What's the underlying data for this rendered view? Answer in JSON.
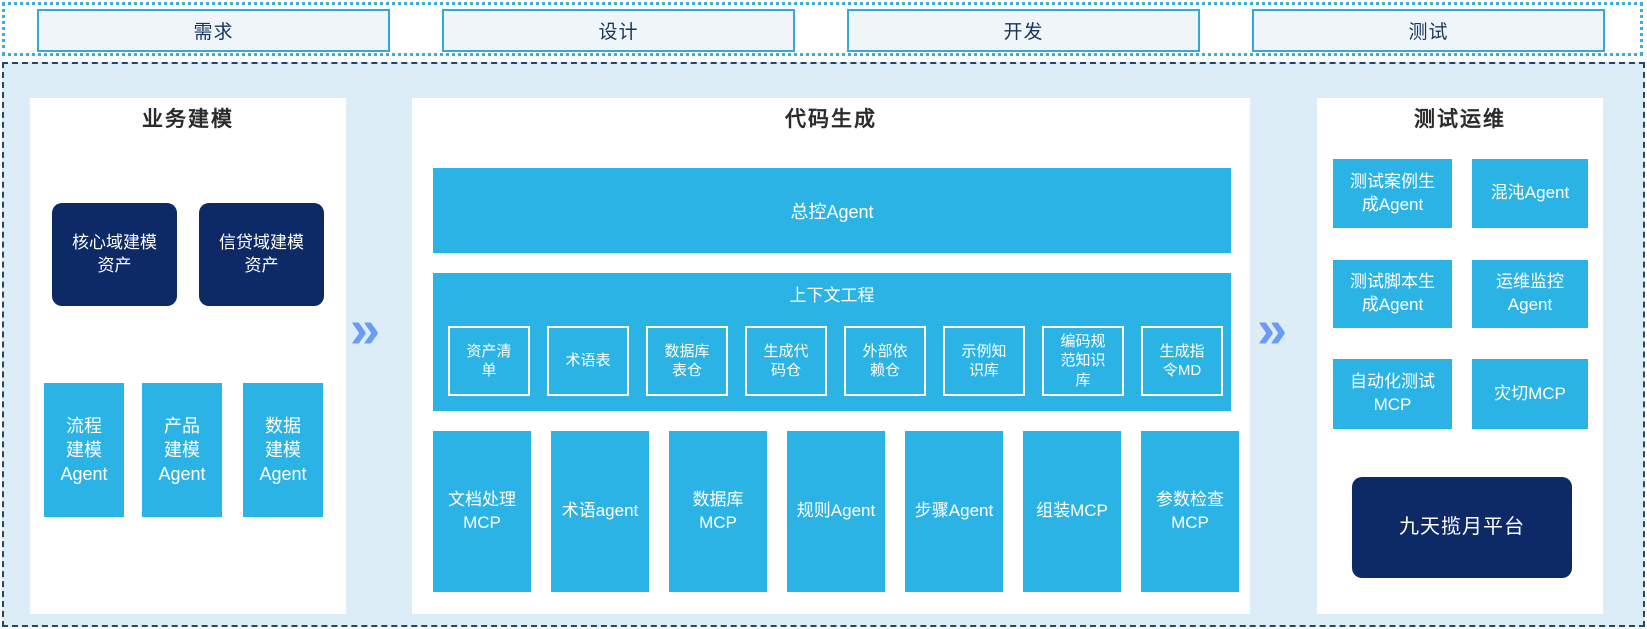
{
  "phases": [
    "需求",
    "设计",
    "开发",
    "测试"
  ],
  "business_modeling": {
    "title": "业务建模",
    "asset_boxes": [
      "核心域建模\n资产",
      "信贷域建模\n资产"
    ],
    "agent_boxes": [
      "流程\n建模\nAgent",
      "产品\n建模\nAgent",
      "数据\n建模\nAgent"
    ]
  },
  "code_generation": {
    "title": "代码生成",
    "master_agent_label": "总控Agent",
    "context_engineering": {
      "title": "上下文工程",
      "items": [
        "资产清\n单",
        "术语表",
        "数据库\n表仓",
        "生成代\n码仓",
        "外部依\n赖仓",
        "示例知\n识库",
        "编码规\n范知识\n库",
        "生成指\n令MD"
      ]
    },
    "tools": [
      "文档处理\nMCP",
      "术语agent",
      "数据库\nMCP",
      "规则Agent",
      "步骤Agent",
      "组装MCP",
      "参数检查\nMCP"
    ]
  },
  "test_ops": {
    "title": "测试运维",
    "agent_boxes": [
      "测试案例生\n成Agent",
      "混沌Agent",
      "测试脚本生\n成Agent",
      "运维监控\nAgent",
      "自动化测试\nMCP",
      "灾切MCP"
    ],
    "platform_label": "九天揽月平台"
  },
  "arrows": {
    "glyph": "»"
  },
  "colors": {
    "cyan": "#2CB3E6",
    "navy": "#0E2A66",
    "chevron_blue": "#6B9BF2",
    "canvas_bg": "#DCEDF8",
    "panel_bg": "#FFFFFF",
    "phase_box_bg": "#F0F5F9",
    "phase_box_border": "#35A8D5",
    "dotted_border": "#3AAFDE",
    "dashed_border": "#24466B",
    "phase_text": "#17365C",
    "title_text": "#2B2B2B"
  }
}
